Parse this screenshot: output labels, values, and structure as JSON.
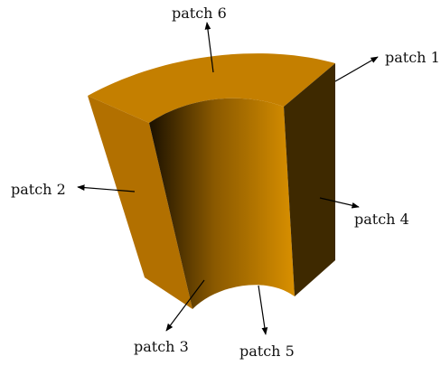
{
  "colors": {
    "top_face": "#C47F00",
    "left_face": "#B27000",
    "right_face": "#3E2900",
    "inner_dark": "#1A1000",
    "inner_mid": "#8A5900",
    "inner_light": "#D99000",
    "arrow": "#000000"
  },
  "patches": [
    {
      "id": "p1",
      "label": "patch 1"
    },
    {
      "id": "p2",
      "label": "patch 2"
    },
    {
      "id": "p3",
      "label": "patch 3"
    },
    {
      "id": "p4",
      "label": "patch 4"
    },
    {
      "id": "p5",
      "label": "patch 5"
    },
    {
      "id": "p6",
      "label": "patch 6"
    }
  ]
}
